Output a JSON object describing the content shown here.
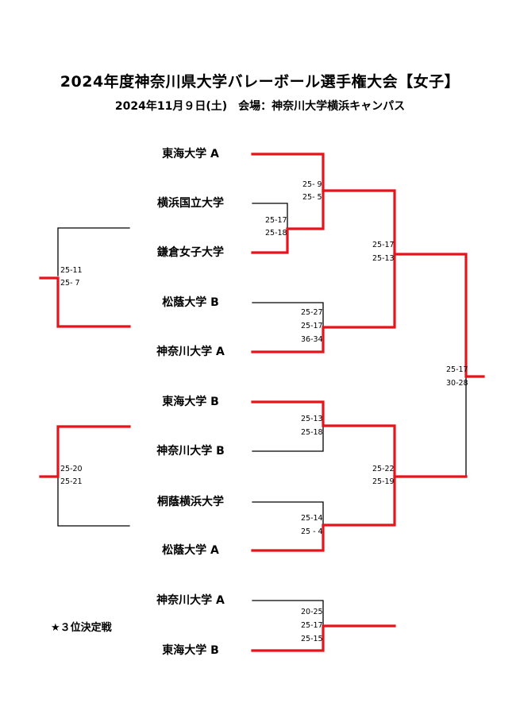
{
  "header": {
    "title": "2024年度神奈川県大学バレーボール選手権大会【女子】",
    "subtitle": "2024年11月９日(土)　会場：神奈川大学横浜キャンパス"
  },
  "teams": {
    "t1": "東海大学 A",
    "t2": "横浜国立大学",
    "t3": "鎌倉女子大学",
    "t4": "松蔭大学 B",
    "t5": "神奈川大学 A",
    "t6": "東海大学 B",
    "t7": "神奈川大学 B",
    "t8": "桐蔭横浜大学",
    "t9": "松蔭大学 A",
    "t10": "神奈川大学 A",
    "t11": "東海大学 B"
  },
  "third_place_label": "★３位決定戦",
  "scores": {
    "m_2_3": [
      "25-17",
      "25-18"
    ],
    "m_1_w23": [
      "25- 9",
      "25- 5"
    ],
    "m_4_5": [
      "25-27",
      "25-17",
      "36-34"
    ],
    "m_6_7": [
      "25-13",
      "25-18"
    ],
    "m_8_9": [
      "25-14",
      "25 - 4"
    ],
    "semi_top": [
      "25-17",
      "25-13"
    ],
    "semi_bottom": [
      "25-22",
      "25-19"
    ],
    "final": [
      "25-17",
      "30-28"
    ],
    "third_place": [
      "20-25",
      "25-17",
      "25-15"
    ],
    "left_top": [
      "25-11",
      "25- 7"
    ],
    "left_bottom": [
      "25-20",
      "25-21"
    ]
  },
  "colors": {
    "winner_line": "#e3141b",
    "loser_line": "#000000"
  }
}
